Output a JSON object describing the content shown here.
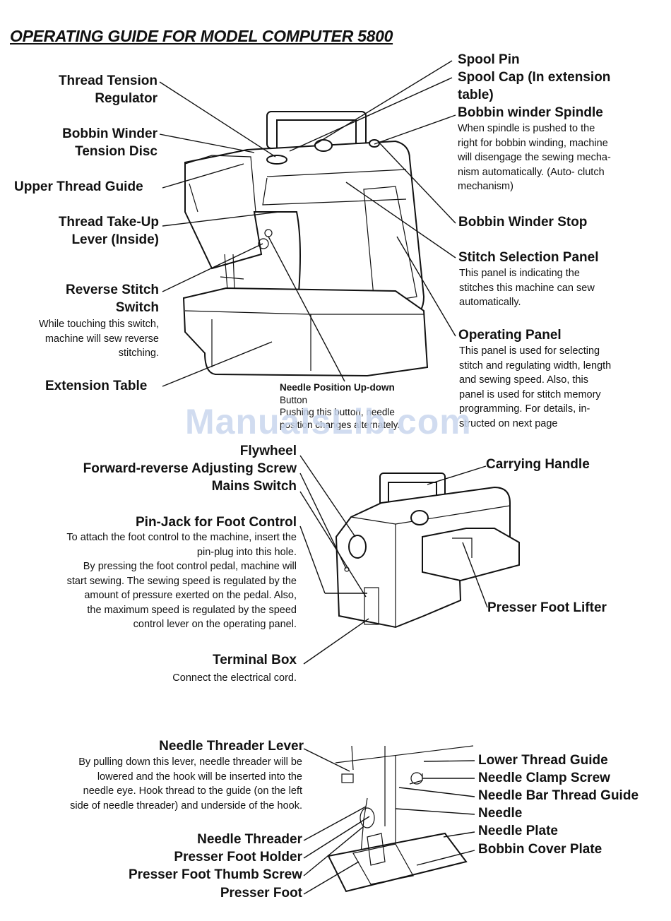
{
  "title": "OPERATING GUIDE FOR MODEL COMPUTER 5800",
  "watermark": "ManualsLib.com",
  "top_left_labels": {
    "thread_tension_regulator": [
      "Thread Tension",
      "Regulator"
    ],
    "bobbin_winder_tension_disc": [
      "Bobbin Winder",
      "Tension Disc"
    ],
    "upper_thread_guide": "Upper Thread Guide",
    "thread_take_up_lever": [
      "Thread Take-Up",
      "Lever (Inside)"
    ],
    "reverse_stitch_switch": [
      "Reverse Stitch",
      "Switch"
    ],
    "reverse_stitch_desc": [
      "While touching this switch,",
      "machine will sew reverse",
      "stitching."
    ],
    "extension_table": "Extension Table"
  },
  "needle_position": {
    "label": "Needle Position Up-down",
    "label2": "Button",
    "desc": [
      "Pushing this button, needle",
      "position changes alternately."
    ]
  },
  "top_right_labels": {
    "spool_pin": "Spool Pin",
    "spool_cap": [
      "Spool Cap (In extension",
      "table)"
    ],
    "bobbin_winder_spindle": "Bobbin winder Spindle",
    "bobbin_winder_spindle_desc": [
      "When spindle is pushed to the",
      "right for bobbin winding, machine",
      "will disengage the sewing mecha-",
      "nism automatically. (Auto- clutch",
      "mechanism)"
    ],
    "bobbin_winder_stop": "Bobbin Winder Stop",
    "stitch_selection_panel": "Stitch Selection Panel",
    "stitch_selection_desc": [
      "This panel is indicating the",
      "stitches this machine can sew",
      "automatically."
    ],
    "operating_panel": "Operating Panel",
    "operating_panel_desc": [
      "This panel is used for selecting",
      "stitch and regulating width, length",
      "and sewing speed. Also, this",
      "panel is used for stitch memory",
      "programming. For details, in-",
      "structed on next page"
    ]
  },
  "middle_labels": {
    "flywheel": "Flywheel",
    "forward_reverse_screw": "Forward-reverse Adjusting Screw",
    "mains_switch": "Mains Switch",
    "pin_jack": "Pin-Jack for Foot Control",
    "pin_jack_desc": [
      "To attach the foot control to the machine, insert the",
      "pin-plug into this hole.",
      "By pressing the foot control pedal, machine will",
      "start sewing. The sewing speed is regulated by the",
      "amount of pressure exerted on the pedal.  Also,",
      "the maximum speed is  regulated by the speed",
      "control lever on the operating panel."
    ],
    "terminal_box": "Terminal Box",
    "terminal_box_desc": "Connect the electrical cord.",
    "carrying_handle": "Carrying Handle",
    "presser_foot_lifter": "Presser Foot Lifter"
  },
  "bottom_labels": {
    "needle_threader_lever": "Needle Threader Lever",
    "needle_threader_lever_desc": [
      "By pulling down this lever, needle threader will be",
      "lowered and the hook will be inserted into the",
      "needle eye. Hook thread to the guide (on the left",
      "side of needle threader) and underside of the hook."
    ],
    "needle_threader": "Needle Threader",
    "presser_foot_holder": "Presser Foot Holder",
    "presser_foot_thumb_screw": "Presser Foot Thumb Screw",
    "presser_foot": "Presser Foot",
    "lower_thread_guide": "Lower Thread Guide",
    "needle_clamp_screw": "Needle Clamp Screw",
    "needle_bar_thread_guide": "Needle Bar Thread Guide",
    "needle": "Needle",
    "needle_plate": "Needle Plate",
    "bobbin_cover_plate": "Bobbin Cover Plate"
  }
}
